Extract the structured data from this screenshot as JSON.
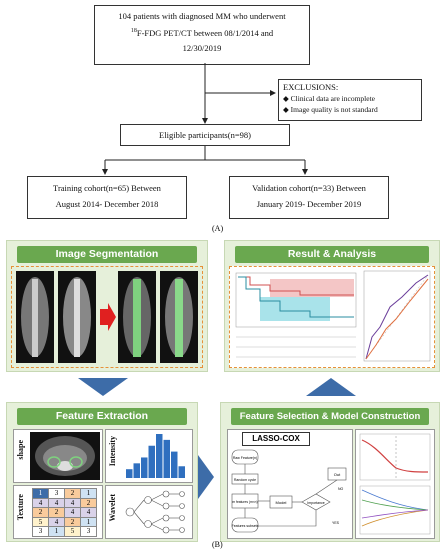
{
  "flowchart": {
    "patients_line1": "104 patients with diagnosed MM who underwent",
    "patients_line2_sup": "18",
    "patients_line2": "F-FDG PET/CT between 08/1/2014 and",
    "patients_line3": "12/30/2019",
    "exclusions_title": "EXCLUSIONS:",
    "exclusions_items": [
      "Clinical data are incomplete",
      "Image quality is not standard"
    ],
    "eligible": "Eligible participants(n=98)",
    "training_line1": "Training cohort(n=65) Between",
    "training_line2": "August 2014- December 2018",
    "validation_line1": "Validation cohort(n=33) Between",
    "validation_line2": "January 2019- December 2019",
    "label": "(A)"
  },
  "pipeline": {
    "label": "(B)",
    "image_segmentation": {
      "title": "Image Segmentation"
    },
    "result_analysis": {
      "title": "Result & Analysis"
    },
    "feature_extraction": {
      "title": "Feature Extraction",
      "shape_label": "shape",
      "intensity_label": "Intensity",
      "texture_label": "Texture",
      "wavelet_label": "Wavelet",
      "texture_matrix": [
        [
          "1",
          "3",
          "2",
          "1"
        ],
        [
          "4",
          "4",
          "4",
          "2"
        ],
        [
          "2",
          "2",
          "4",
          "4"
        ],
        [
          "5",
          "4",
          "2",
          "1"
        ],
        [
          "3",
          "1",
          "5",
          "3"
        ]
      ],
      "histogram": [
        6,
        10,
        14,
        22,
        30,
        26,
        18,
        8
      ]
    },
    "feature_selection": {
      "title": "Feature Selection & Model Construction",
      "lasso_label": "LASSO-COX",
      "nodes": [
        "Raw Feature(n)",
        "Random cycle",
        "m features (m<n)",
        "Features subsets",
        "Model",
        "Importance",
        "Out"
      ],
      "yes": "YES",
      "no": "NO"
    }
  },
  "colors": {
    "panel_title": "#6aa84f",
    "panel_bg": "#e6f0da",
    "arrow": "#3d6ca8",
    "dash": "#e69138"
  }
}
